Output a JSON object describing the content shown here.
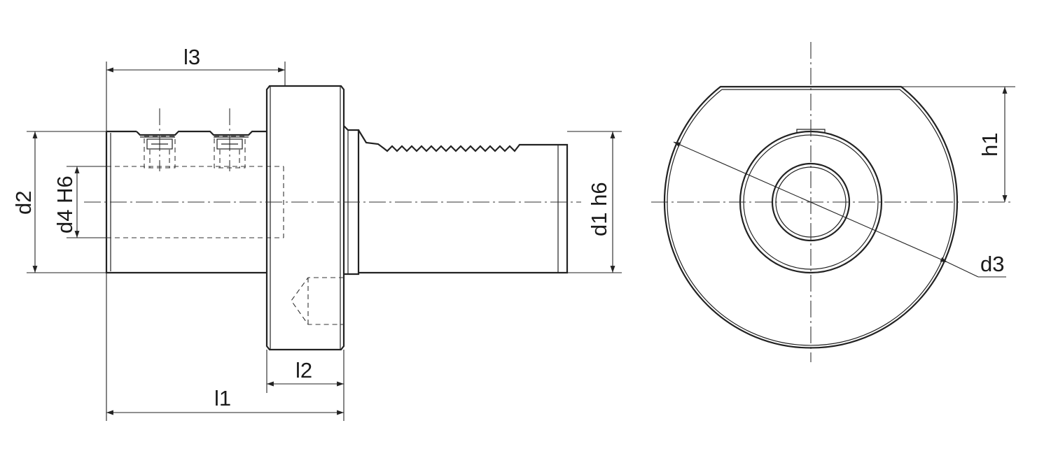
{
  "labels": {
    "l3": "l3",
    "d2": "d2",
    "d4": "d4 H6",
    "d1": "d1  h6",
    "h1": "h1",
    "d3": "d3",
    "l2": "l2",
    "l1": "l1"
  },
  "colors": {
    "line": "#222222",
    "background": "#ffffff"
  }
}
